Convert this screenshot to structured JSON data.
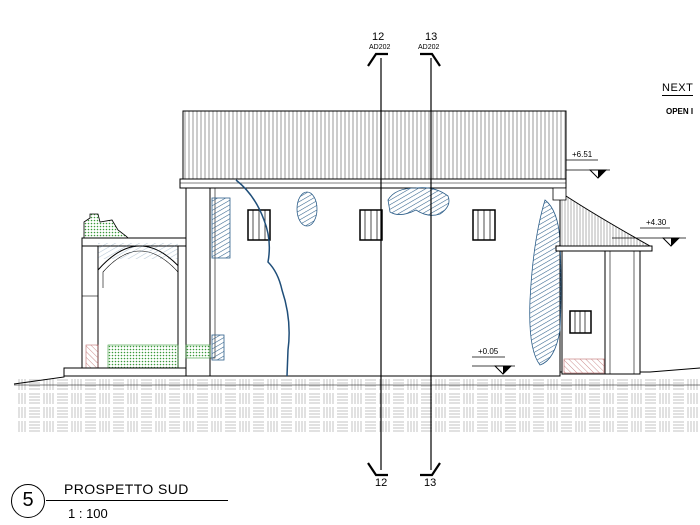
{
  "drawing": {
    "section_markers": [
      {
        "number": "12",
        "sheet": "AD202",
        "bottom_number": "12"
      },
      {
        "number": "13",
        "sheet": "AD202",
        "bottom_number": "13"
      }
    ],
    "levels": [
      "+6.51",
      "+4.30",
      "+0.05"
    ],
    "side_text": {
      "next": "NEXT",
      "open": "OPEN I"
    },
    "view": {
      "number": "5",
      "title": "PROSPETTO SUD",
      "scale": "1 : 100"
    }
  },
  "colors": {
    "line": "#000000",
    "hatch_blue": "#2e5f8a",
    "crack_line": "#1f4e79",
    "hatch_green": "#3a9a3a",
    "hatch_red": "#c07070",
    "ground_hatch": "#999999"
  },
  "icons": [
    "section-marker-icon",
    "level-marker-icon",
    "window-icon"
  ]
}
